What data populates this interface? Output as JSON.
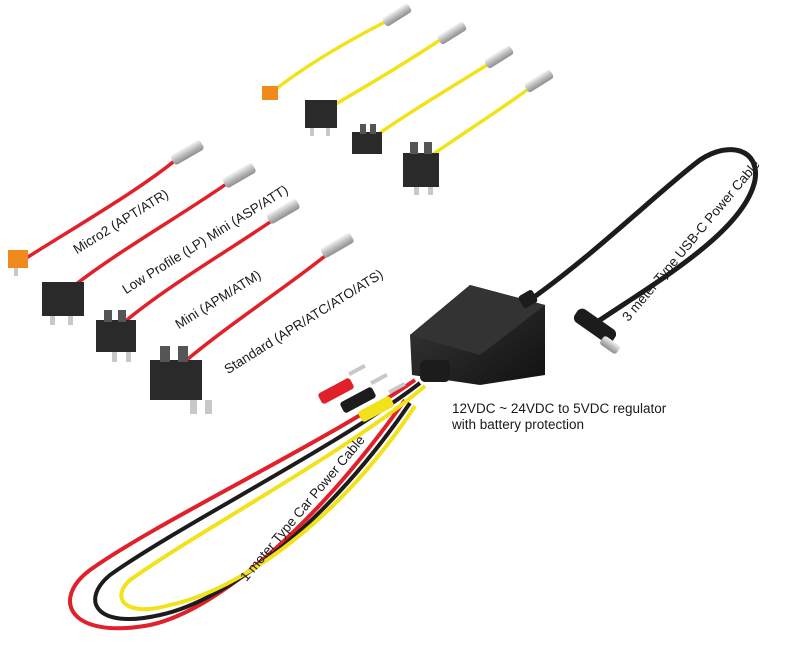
{
  "fuse_taps_red": [
    {
      "label": "Micro2 (APT/ATR)"
    },
    {
      "label": "Low Profile (LP) Mini (ASP/ATT)"
    },
    {
      "label": "Mini (APM/ATM)"
    },
    {
      "label": "Standard (APR/ATC/ATO/ATS)"
    }
  ],
  "regulator": {
    "line1": "12VDC ~ 24VDC to 5VDC regulator",
    "line2": "with battery protection"
  },
  "usb_cable_label": "3 meter Type USB-C Power Cable",
  "car_cable_label": "1 meter Type Car Power Cable",
  "colors": {
    "red_wire": "#e0202a",
    "yellow_wire": "#f2e21a",
    "black_wire": "#1c1c1c",
    "fuse_orange": "#f08a1c",
    "fuse_body": "#2a2a2a",
    "metal": "#c8c8c8"
  }
}
